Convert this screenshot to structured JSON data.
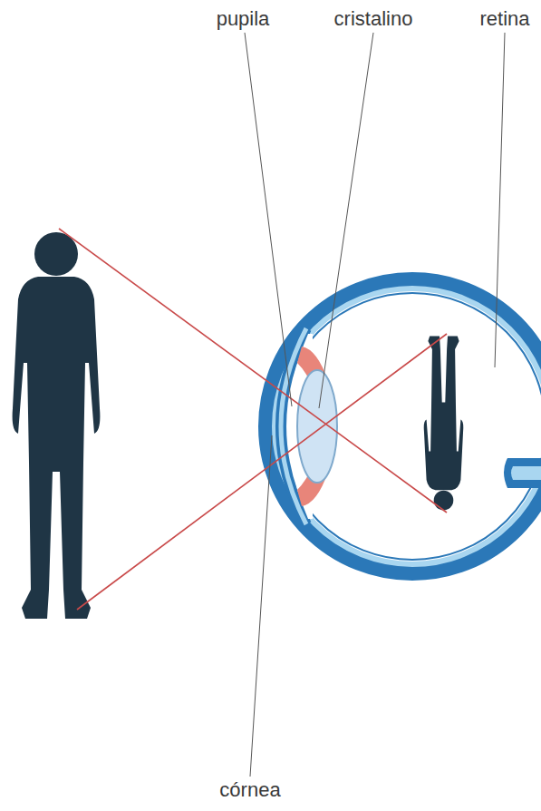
{
  "diagram": {
    "labels": [
      "pupila",
      "cristalino",
      "retina",
      "córnea"
    ]
  }
}
